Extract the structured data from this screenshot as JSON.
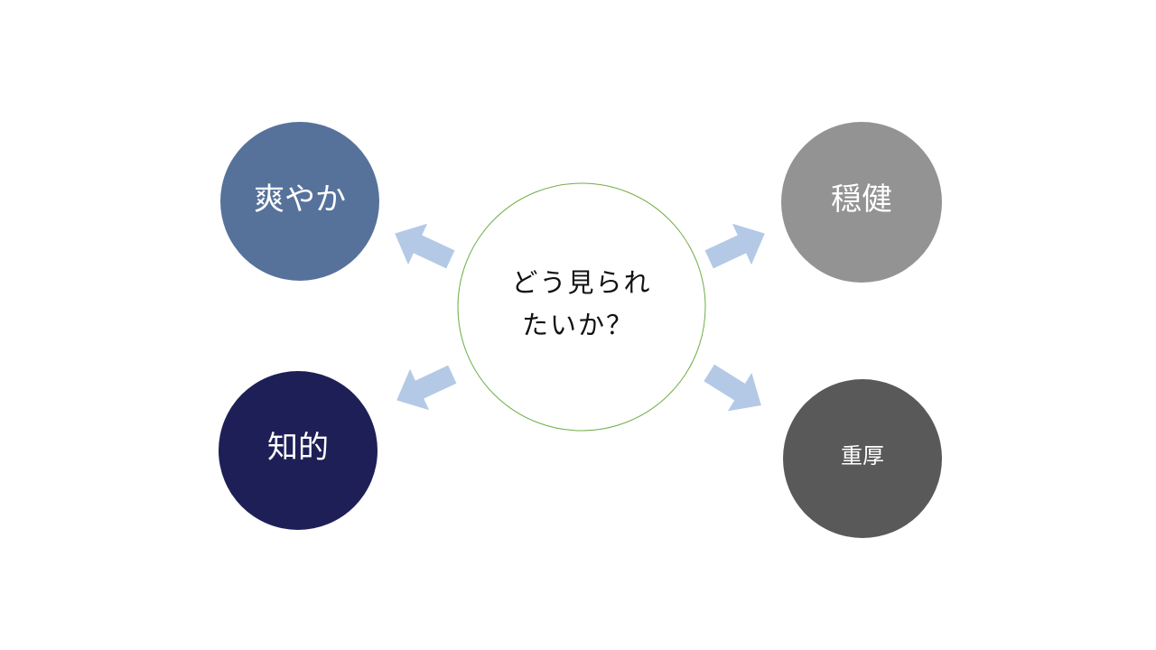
{
  "center": {
    "line1": "どう見られ",
    "line2": "たいか？",
    "border_color": "#70ad47"
  },
  "nodes": {
    "top_left": {
      "label": "爽やか",
      "color": "#56729b"
    },
    "bottom_left": {
      "label": "知的",
      "color": "#1f1f57"
    },
    "top_right": {
      "label": "穏健",
      "color": "#939393"
    },
    "bottom_right": {
      "label": "重厚",
      "color": "#595959"
    }
  },
  "arrow_color": "#b4c9e6"
}
